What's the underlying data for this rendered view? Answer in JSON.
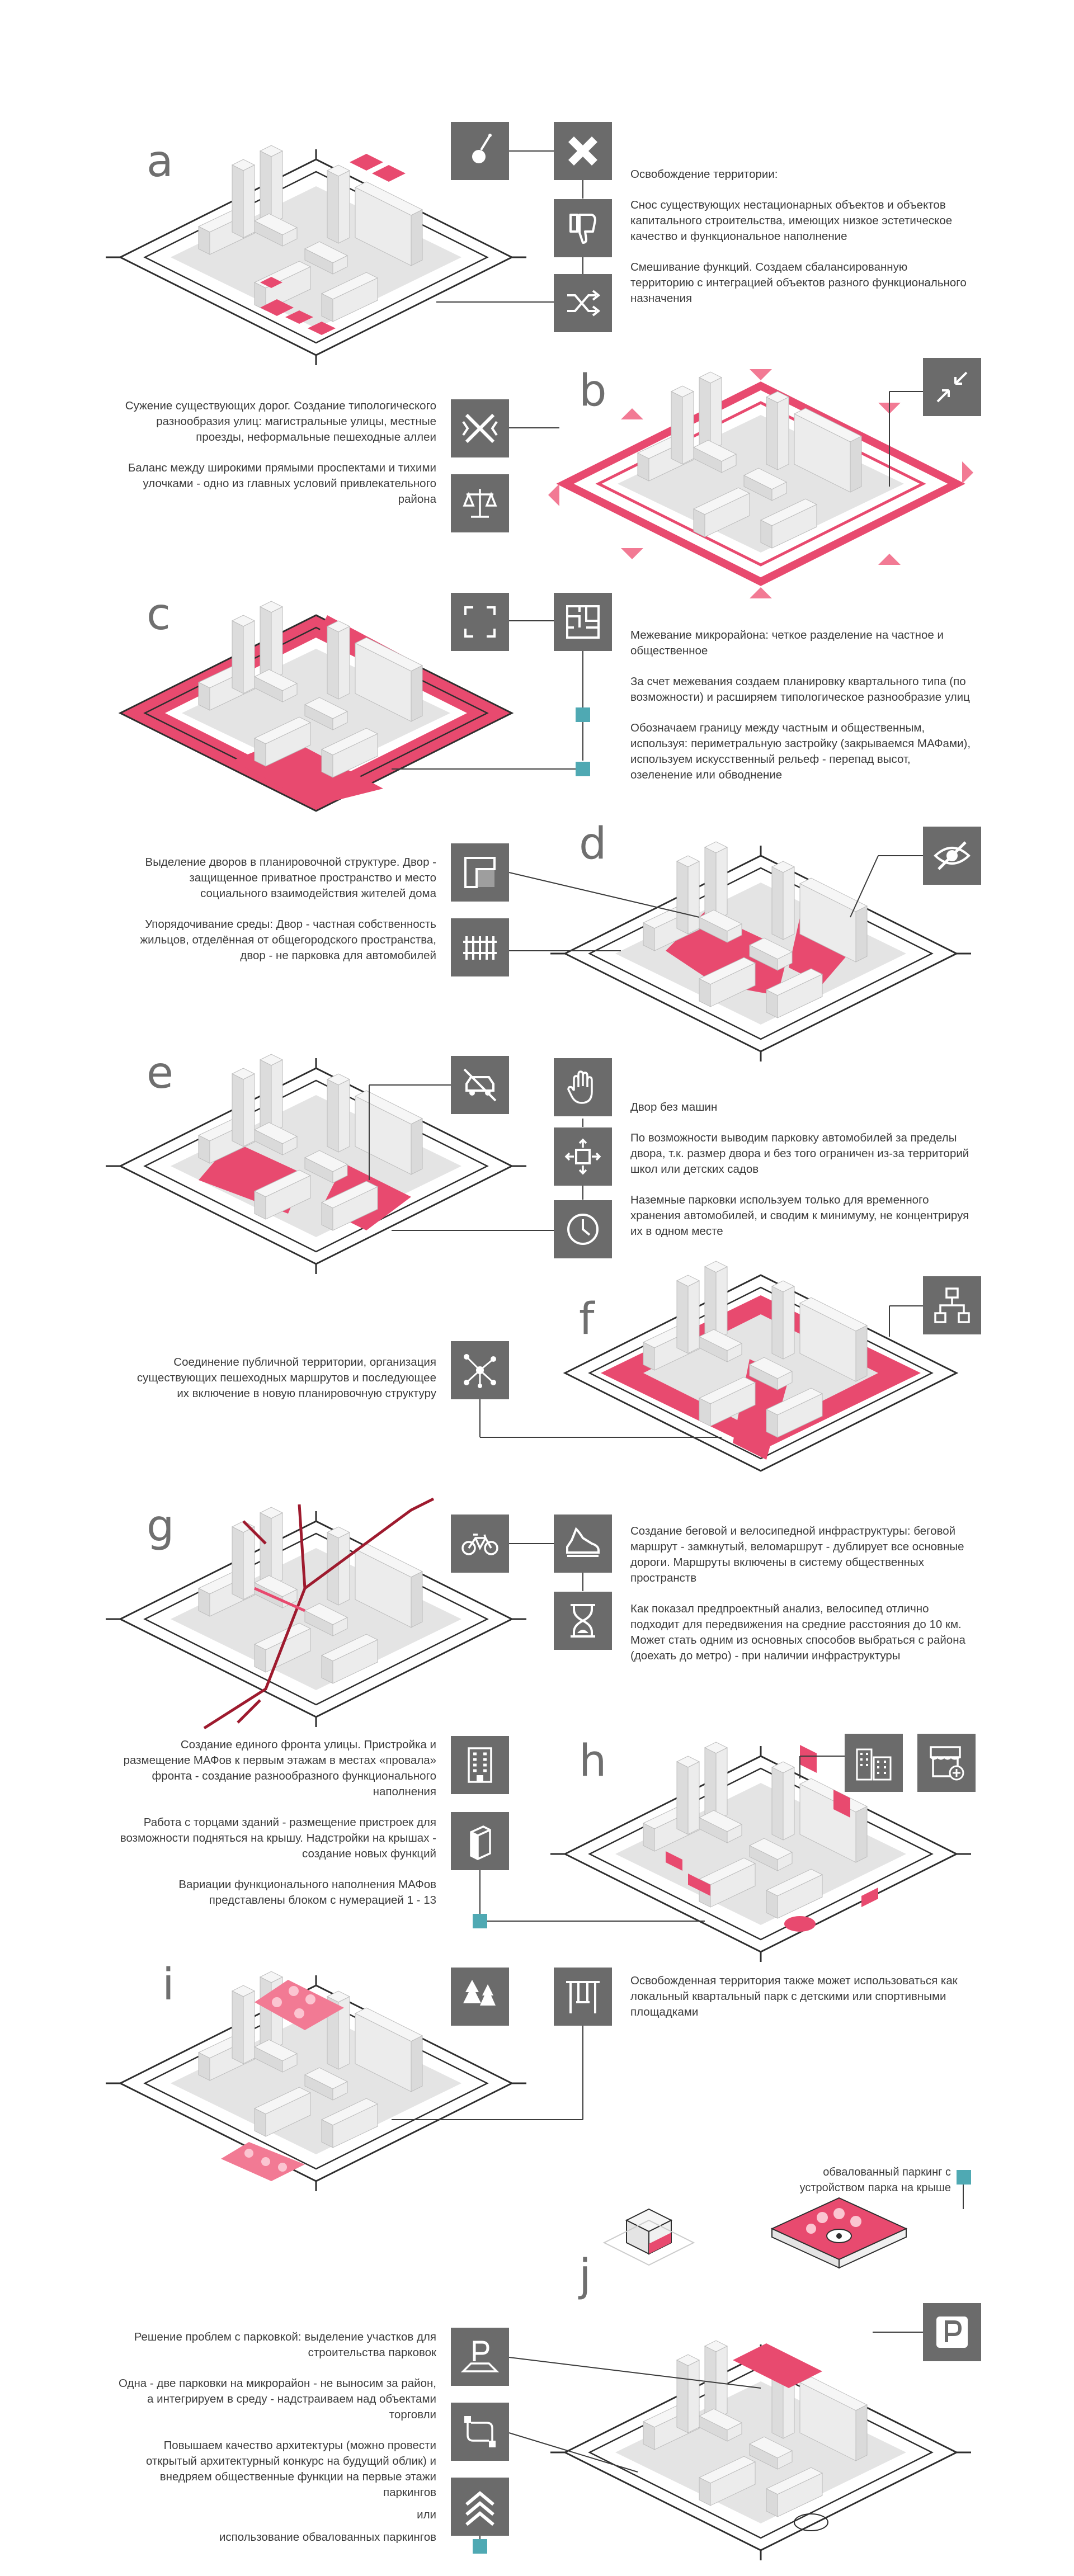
{
  "colors": {
    "accent": "#e84a6f",
    "tile": "#6b6b6b",
    "teal": "#4fa9b3",
    "text": "#3c3c3c",
    "letter": "#6f6f6f"
  },
  "sections": {
    "a": {
      "letter": "a",
      "icons": [
        "wrecking-ball-icon",
        "close-icon",
        "thumbs-down-icon",
        "shuffle-icon"
      ],
      "texts": [
        "Освобождение территории:",
        "Снос существующих нестационарных объектов и объектов капитального строительства,  имеющих низкое эстетическое качество и функциональное наполнение",
        "Смешивание функций. Создаем сбалансированную территорию с интеграцией объектов разного функционального назначения"
      ]
    },
    "b": {
      "letter": "b",
      "icons": [
        "compress-arrows-icon",
        "cross-arrows-icon",
        "scales-icon"
      ],
      "texts": [
        "Сужение существующих дорог. Создание типологического разнообразия улиц: магистральные улицы, местные проезды, неформальные пешеходные аллеи",
        "Баланс между широкими прямыми проспектами и тихими улочками - одно из главных условий привлекательного района"
      ]
    },
    "c": {
      "letter": "c",
      "icons": [
        "focus-frame-icon",
        "floor-plan-icon"
      ],
      "texts": [
        "Межевание микрорайона: четкое разделение на частное и общественное",
        "За счет межевания создаем планировку квартального типа (по возможности) и расширяем типологическое разнообразие улиц",
        "Обозначаем границу между частным и общественным, используя: периметральную застройку (закрываемся МАФами), используем искусственный рельеф - перепад высот, озеленение или обводнение"
      ]
    },
    "d": {
      "letter": "d",
      "icons": [
        "eye-off-icon",
        "courtyard-icon",
        "fence-icon"
      ],
      "texts": [
        "Выделение дворов в планировочной структуре. Двор - защищенное приватное пространство и место социального взаимодействия жителей дома",
        "Упорядочивание среды: Двор - частная собственность жильцов, отделённая от общегородского пространства, двор - не парковка для автомобилей"
      ]
    },
    "e": {
      "letter": "e",
      "icons": [
        "no-car-icon",
        "hand-stop-icon",
        "move-out-icon",
        "clock-icon"
      ],
      "texts": [
        "Двор без машин",
        "По возможности выводим парковку автомобилей за пределы двора, т.к. размер двора и без того ограничен из-за территорий школ или детских садов",
        "Наземные парковки используем только для временного хранения автомобилей, и сводим к минимуму, не концентрируя их в одном месте"
      ]
    },
    "f": {
      "letter": "f",
      "icons": [
        "hierarchy-icon",
        "network-icon"
      ],
      "texts": [
        "Соединение публичной территории, организация существующих пешеходных маршрутов и последующее их включение в новую планировочную структуру"
      ]
    },
    "g": {
      "letter": "g",
      "icons": [
        "bicycle-icon",
        "sneaker-icon",
        "hourglass-icon"
      ],
      "texts": [
        "Создание беговой и велосипедной инфраструктуры: беговой маршрут - замкнутый, веломаршрут - дублирует все основные дороги. Маршруты включены в систему общественных пространств",
        "Как показал предпроектный анализ, велосипед отлично подходит для передвижения на средние расстояния до 10 км. Может стать одним из основных способов выбраться с района (доехать до метро) - при наличии инфраструктуры"
      ]
    },
    "h": {
      "letter": "h",
      "icons": [
        "buildings-icon",
        "shop-add-icon",
        "office-building-icon",
        "building-extension-icon"
      ],
      "texts": [
        "Создание единого фронта улицы. Пристройка и размещение МАФов к первым этажам в местах «провала» фронта - создание разнообразного функционального наполнения",
        "Работа с торцами зданий - размещение пристроек для возможности подняться на крышу. Надстройки на крышах - создание новых функций",
        "Вариации функционального наполнения МАФов представлены блоком с нумерацией 1 - 13"
      ]
    },
    "i": {
      "letter": "i",
      "icons": [
        "trees-icon",
        "swing-icon"
      ],
      "texts": [
        "Освобожденная территория также может использоваться как локальный квартальный парк с детскими или спортивными площадками"
      ]
    },
    "j": {
      "letter": "j",
      "icons": [
        "parking-sign-icon",
        "parking-plot-icon",
        "route-icon",
        "chevrons-up-icon"
      ],
      "parking_label": "обвалованный паркинг с устройством парка на крыше",
      "parking_symbol": "P",
      "texts": [
        "Решение проблем с парковкой: выделение участков для строительства парковок",
        "Одна - две парковки на микрорайон - не выносим за район, а интегрируем в среду - надстраиваем над объектами торговли",
        "Повышаем качество архитектуры (можно провести открытый архитектурный конкурс на будущий облик) и внедряем общественные функции на первые этажи паркингов",
        "или",
        "использование обвалованных паркингов"
      ]
    }
  }
}
